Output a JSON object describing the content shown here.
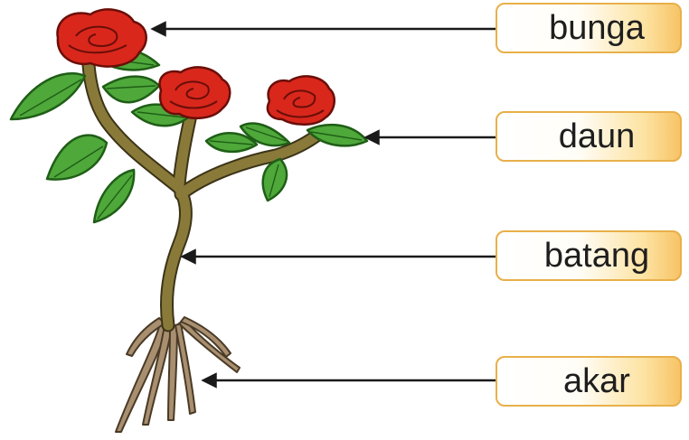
{
  "labels": {
    "bunga": "bunga",
    "daun": "daun",
    "batang": "batang",
    "akar": "akar"
  },
  "colors": {
    "petal": "#d9271c",
    "petal_dark": "#8a120c",
    "leaf": "#4fa83a",
    "leaf_dark": "#1f5e17",
    "stem": "#8a7a3a",
    "root": "#a88f70",
    "box_border": "#e8b04a",
    "box_fill": "#f7c466",
    "arrow": "#1a1a1a"
  }
}
